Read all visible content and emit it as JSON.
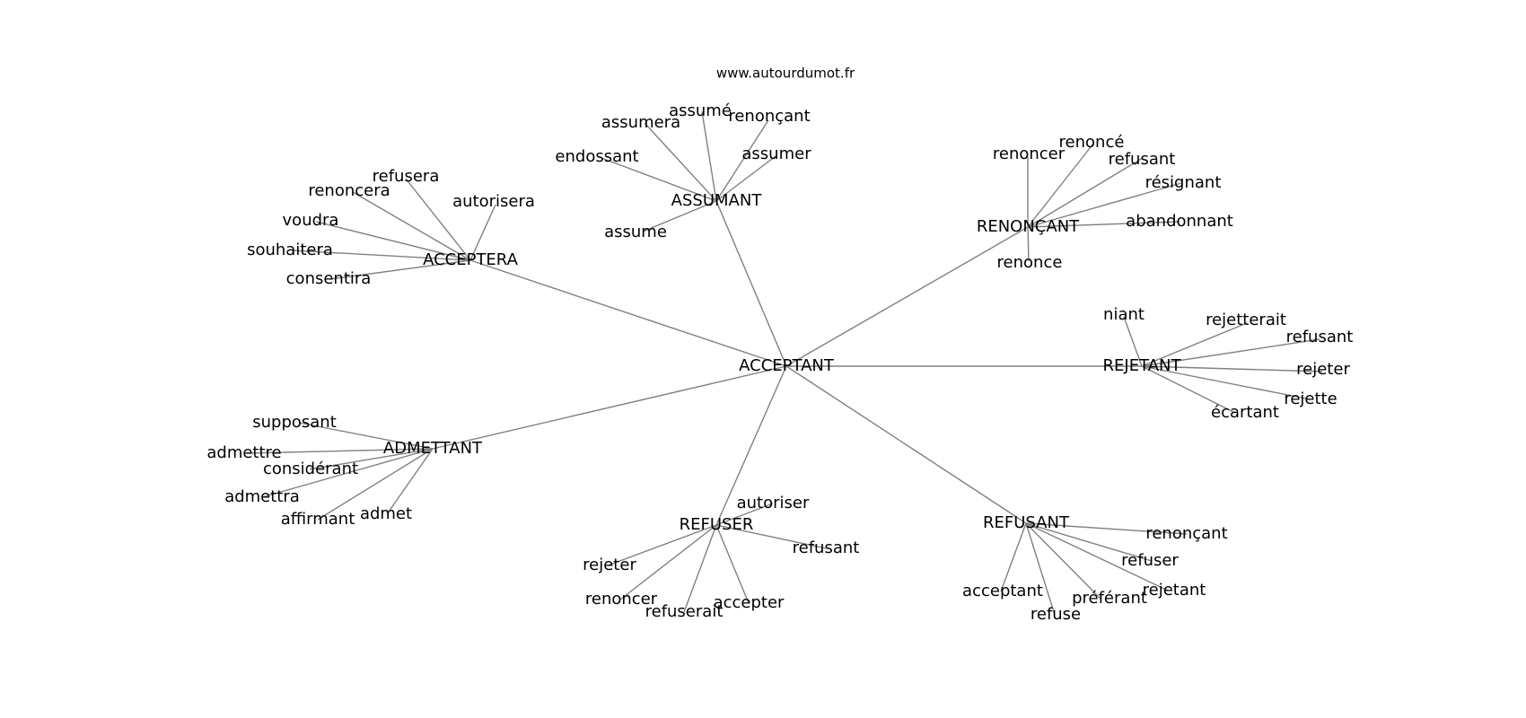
{
  "watermark": "www.autourdumot.fr",
  "colors": {
    "edge": "#808080",
    "text": "#000000",
    "background": "#ffffff"
  },
  "center": "ACCEPTANT",
  "hubs": [
    "ASSUMANT",
    "ACCEPTERA",
    "RENONÇANT",
    "REJETANT",
    "ADMETTANT",
    "REFUSER",
    "REFUSANT"
  ],
  "leaves": {
    "ASSUMANT": [
      "assumé",
      "assumera",
      "renonçant",
      "assumer",
      "endossant",
      "assume"
    ],
    "ACCEPTERA": [
      "refusera",
      "renoncera",
      "autorisera",
      "voudra",
      "souhaitera",
      "consentira"
    ],
    "RENONÇANT": [
      "renoncé",
      "renoncer",
      "refusant",
      "résignant",
      "abandonnant",
      "renonce"
    ],
    "REJETANT": [
      "niant",
      "rejetterait",
      "refusant",
      "rejeter",
      "rejette",
      "écartant"
    ],
    "ADMETTANT": [
      "supposant",
      "admettre",
      "considérant",
      "admettra",
      "affirmant",
      "admet"
    ],
    "REFUSER": [
      "autoriser",
      "refusant",
      "rejeter",
      "renoncer",
      "refuserait",
      "accepter"
    ],
    "REFUSANT": [
      "renonçant",
      "refuser",
      "rejetant",
      "préférant",
      "acceptant",
      "refuse"
    ]
  }
}
